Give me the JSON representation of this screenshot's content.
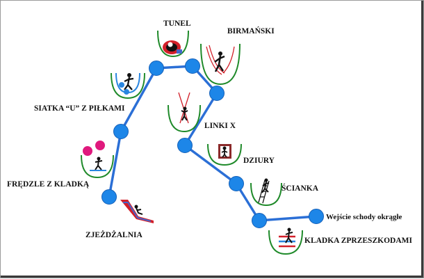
{
  "colors": {
    "route_line": "#2b6fd6",
    "node_fill": "#1d86e8",
    "cup": "#1f8a2a",
    "accent_red": "#d2202a",
    "figure": "#111111",
    "ball_blue": "#2a86e0",
    "ball_pink": "#e0197d"
  },
  "stations": {
    "tunel": {
      "label": "TUNEL",
      "icon": "tunnel-icon"
    },
    "birmanski": {
      "label": "BIRMAŃSKI",
      "icon": "burmese-bridge-icon"
    },
    "siatka": {
      "label": "SIATKA “U” Z PIŁKAMI",
      "icon": "u-net-with-balls-icon"
    },
    "linki": {
      "label": "LINKI X",
      "icon": "x-ropes-icon"
    },
    "dziury": {
      "label": "DZIURY",
      "icon": "holes-icon"
    },
    "fredzle": {
      "label": "FRĘDZLE Z KLADKĄ",
      "icon": "tassels-with-footbridge-icon"
    },
    "scianka": {
      "label": "ŚCIANKA",
      "icon": "climbing-wall-icon"
    },
    "wejscie": {
      "label": "Wejście schody okrągłe",
      "icon": "round-stairs-entrance-icon"
    },
    "zjezdzalnia": {
      "label": "ZJEŻDŻALNIA",
      "icon": "slide-icon"
    },
    "kladka": {
      "label": "KLADKA ZPRZESZKODAMI",
      "icon": "obstacle-footbridge-icon"
    }
  }
}
